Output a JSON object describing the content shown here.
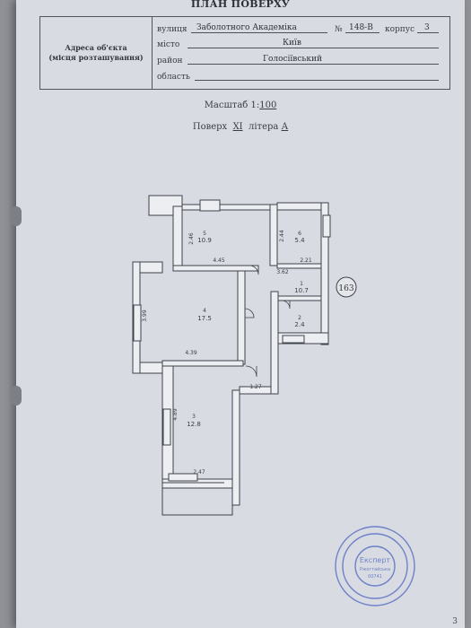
{
  "title": "ПЛАН ПОВЕРХУ",
  "address": {
    "label_line1": "Адреса об'єкта",
    "label_line2": "(місця розташування)",
    "street_label": "вулиця",
    "street": "Заболотного Академіка",
    "number_label": "№",
    "number": "148-В",
    "building_label": "корпус",
    "building": "3",
    "city_label": "місто",
    "city": "Київ",
    "district_label": "район",
    "district": "Голосіївський",
    "region_label": "область",
    "region": ""
  },
  "scale_label": "Масштаб 1:",
  "scale": "100",
  "floor_label": "Поверх",
  "floor": "XI",
  "letter_label": "літера",
  "letter": "А",
  "plan": {
    "rooms": [
      {
        "number": "5",
        "area": "10.9"
      },
      {
        "number": "6",
        "area": "5.4"
      },
      {
        "number": "1",
        "area": "10.7"
      },
      {
        "number": "4",
        "area": "17.5"
      },
      {
        "number": "2",
        "area": "2.4"
      },
      {
        "number": "3",
        "area": "12.8"
      }
    ],
    "dimensions": [
      "2.46",
      "4.45",
      "2.44",
      "3.62",
      "2.21",
      "3.99",
      "4.39",
      "1.27",
      "4.89",
      "2.47"
    ],
    "apartment_number": "163"
  },
  "stamp": {
    "center_text": "Експерт",
    "small_text": "Ржогтайська",
    "number": "00741"
  },
  "page_number": "3"
}
